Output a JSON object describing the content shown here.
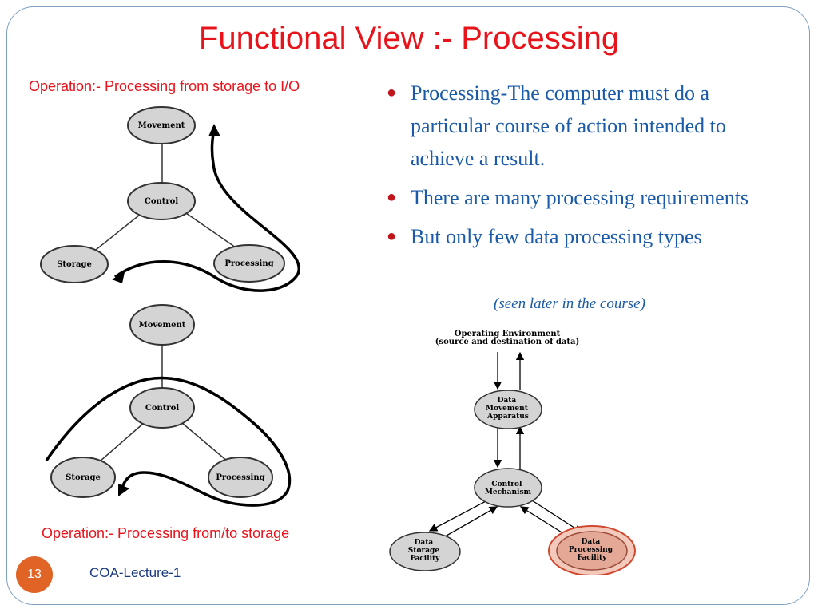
{
  "slide": {
    "title": "Functional View :- Processing",
    "caption_top": "Operation:- Processing from storage to I/O",
    "caption_bottom": "Operation:- Processing from/to storage",
    "slide_number": "13",
    "footer": "COA-Lecture-1"
  },
  "bullets": [
    "Processing-The computer must do a particular course of action intended to achieve a result.",
    "There are many processing requirements",
    "But only few data processing types"
  ],
  "note": "(seen later in the course)",
  "diagram_top": {
    "nodes": {
      "movement": "Movement",
      "control": "Control",
      "storage": "Storage",
      "processing": "Processing"
    }
  },
  "diagram_bottom": {
    "nodes": {
      "movement": "Movement",
      "control": "Control",
      "storage": "Storage",
      "processing": "Processing"
    }
  },
  "diagram_right": {
    "env_line1": "Operating Environment",
    "env_line2": "(source and destination of data)",
    "movement": [
      "Data",
      "Movement",
      "Apparatus"
    ],
    "control": [
      "Control",
      "Mechanism"
    ],
    "storage": [
      "Data",
      "Storage",
      "Facility"
    ],
    "processing": [
      "Data",
      "Processing",
      "Facility"
    ]
  },
  "colors": {
    "title": "#e8141c",
    "bullet_text": "#1a5aa8",
    "bullet_marker": "#c0151b",
    "slide_badge": "#e06426",
    "highlight": "#f0b0a0"
  }
}
